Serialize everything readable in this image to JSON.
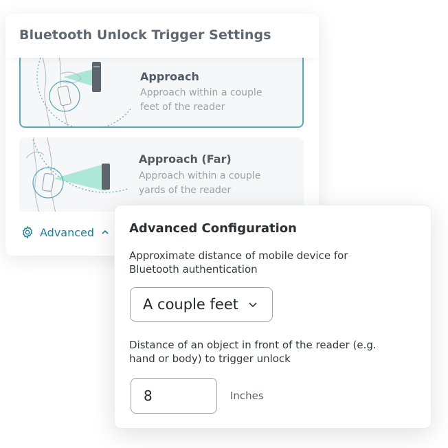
{
  "back_panel": {
    "title": "Bluetooth Unlock Trigger Settings",
    "options": [
      {
        "title": "Approach",
        "description": "Approach within a couple feet of the reader",
        "selected": true
      },
      {
        "title": "Approach (Far)",
        "description": "Approach within a couple yards of the reader",
        "selected": false
      }
    ],
    "advanced_label": "Advanced"
  },
  "advanced_config": {
    "title": "Advanced Configuration",
    "distance_label": "Approximate distance of mobile device for Bluetooth authentication",
    "distance_value": "A couple feet",
    "object_label": "Distance of an object in front of the reader (e.g. hand or body) to trigger unlock",
    "object_value": "8",
    "object_unit": "Inches"
  },
  "icons": {
    "advanced": "gear-icon",
    "advanced_toggle": "chevron-up-icon",
    "dropdown": "chevron-down-icon"
  },
  "colors": {
    "accent": "#1f7d94",
    "selected_border": "#5aa8b8",
    "beam": "#7fd9c0"
  }
}
